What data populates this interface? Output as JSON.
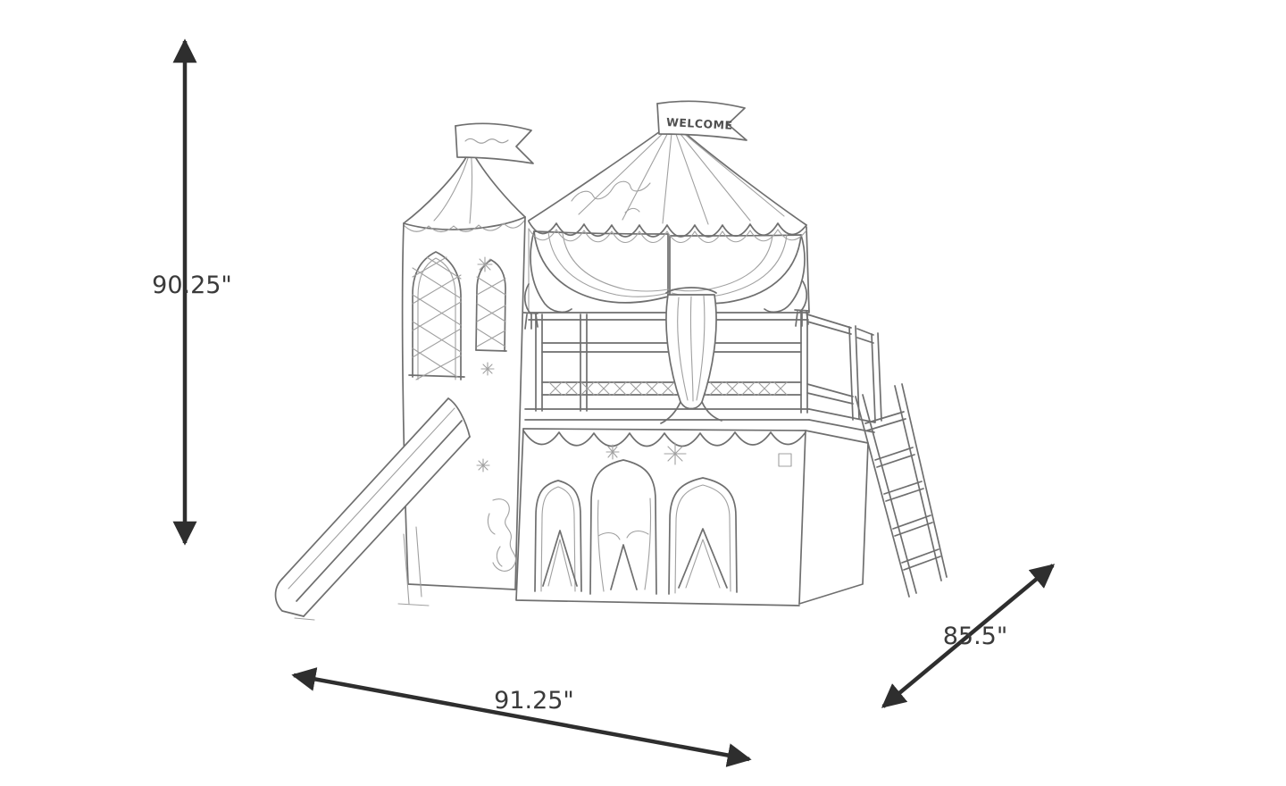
{
  "diagram": {
    "type": "product-dimension-diagram",
    "subject": "castle loft bed with slide and ladder (line sketch)",
    "dimensions": {
      "height": "90.25\"",
      "width": "91.25\"",
      "depth": "85.5\""
    },
    "flag_text": "WELCOME",
    "colors": {
      "sketch_line": "#6f6f6f",
      "sketch_line_light": "#a0a0a0",
      "arrow": "#2e2e2e",
      "label_text": "#3a3a3a",
      "background": "#ffffff"
    }
  }
}
